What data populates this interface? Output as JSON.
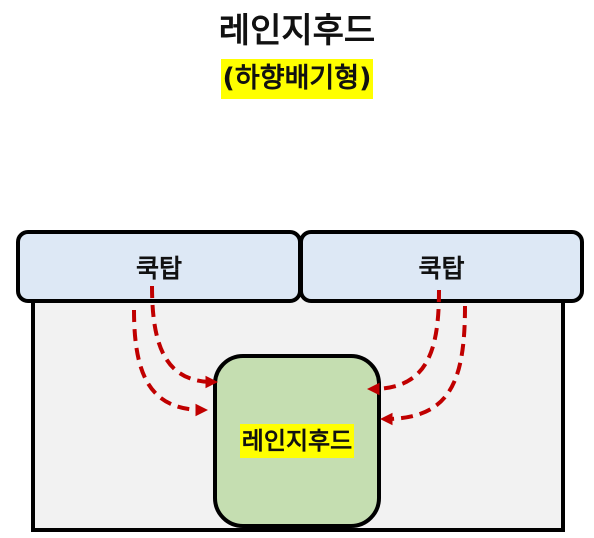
{
  "diagram": {
    "title": "레인지후드",
    "subtitle": "(하향배기형)",
    "cooktop_left_label": "쿡탑",
    "cooktop_right_label": "쿡탑",
    "hood_label": "레인지후드",
    "arrow_color": "#c00000",
    "cooktop_fill": "#dde8f5",
    "hood_fill": "#c5deb1",
    "chamber_fill": "#f2f2f2",
    "highlight_color": "#ffff00"
  }
}
